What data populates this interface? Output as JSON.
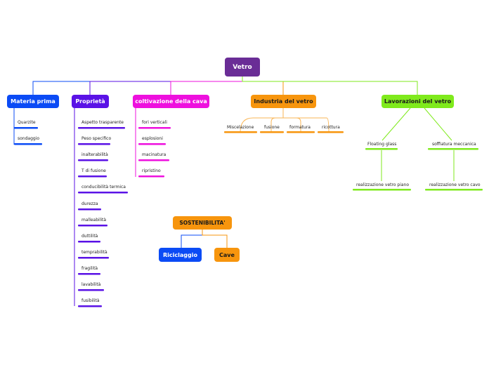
{
  "root": {
    "label": "Vetro",
    "color": "#6a2d96"
  },
  "branches": {
    "materia": {
      "label": "Materia prima",
      "color": "#0b4bf5",
      "items": [
        "Quarzite",
        "sondaggio"
      ]
    },
    "proprieta": {
      "label": "Proprietà",
      "color": "#5a12e6",
      "items": [
        "Aspetto trasparente",
        "Peso specifico",
        "inalterabilità",
        "T di fusione",
        "conducibilità termica",
        "durezza",
        "malleabilità",
        "duttilità",
        "temprabilità",
        "fragilità",
        "lavabilità",
        "fusibilità"
      ]
    },
    "coltivazione": {
      "label": "coltivazione della cava",
      "color": "#ee10de",
      "items": [
        "fori verticali",
        "esplosioni",
        "macinatura",
        "ripristino"
      ]
    },
    "industria": {
      "label": "Industria del vetro",
      "color": "#f7950d",
      "items": [
        "Miscelazione",
        "fusione",
        "formatura",
        "ricottura"
      ]
    },
    "lavorazioni": {
      "label": "Lavorazioni del vetro",
      "color": "#7fea1c",
      "items": [
        "Floating glass",
        "soffiatura meccanica"
      ],
      "sub_items": [
        "realizzazione vetro piano",
        "realizzazione vetro cavo"
      ]
    }
  },
  "sostenibilita": {
    "label": "SOSTENIBILITA'",
    "color": "#f7950d",
    "children": [
      {
        "label": "Riciclaggio",
        "color": "#0b4bf5"
      },
      {
        "label": "Cave",
        "color": "#f7950d"
      }
    ]
  }
}
